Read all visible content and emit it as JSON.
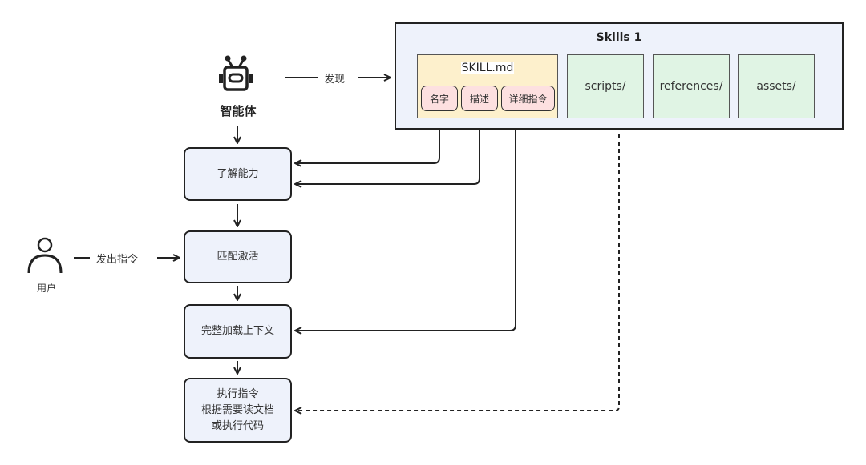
{
  "agent": {
    "label": "智能体",
    "icon": "robot-icon"
  },
  "user": {
    "label": "用户",
    "icon": "person-icon"
  },
  "edges": {
    "discover": "发现",
    "issue_command": "发出指令"
  },
  "skills_package": {
    "title": "Skills 1",
    "skill_md": {
      "title": "SKILL.md",
      "fields": [
        "名字",
        "描述",
        "详细指令"
      ]
    },
    "folders": [
      "scripts/",
      "references/",
      "assets/"
    ]
  },
  "steps": [
    {
      "lines": [
        "了解能力"
      ]
    },
    {
      "lines": [
        "匹配激活"
      ]
    },
    {
      "lines": [
        "完整加载上下文"
      ]
    },
    {
      "lines": [
        "执行指令",
        "根据需要读文档",
        "或执行代码"
      ]
    }
  ],
  "colors": {
    "package_bg": "#eef2fb",
    "skill_md_bg": "#fdf0cc",
    "field_bg": "#fde0e0",
    "folder_bg": "#e0f4e4",
    "step_bg": "#eef2fb",
    "stroke": "#222222"
  }
}
